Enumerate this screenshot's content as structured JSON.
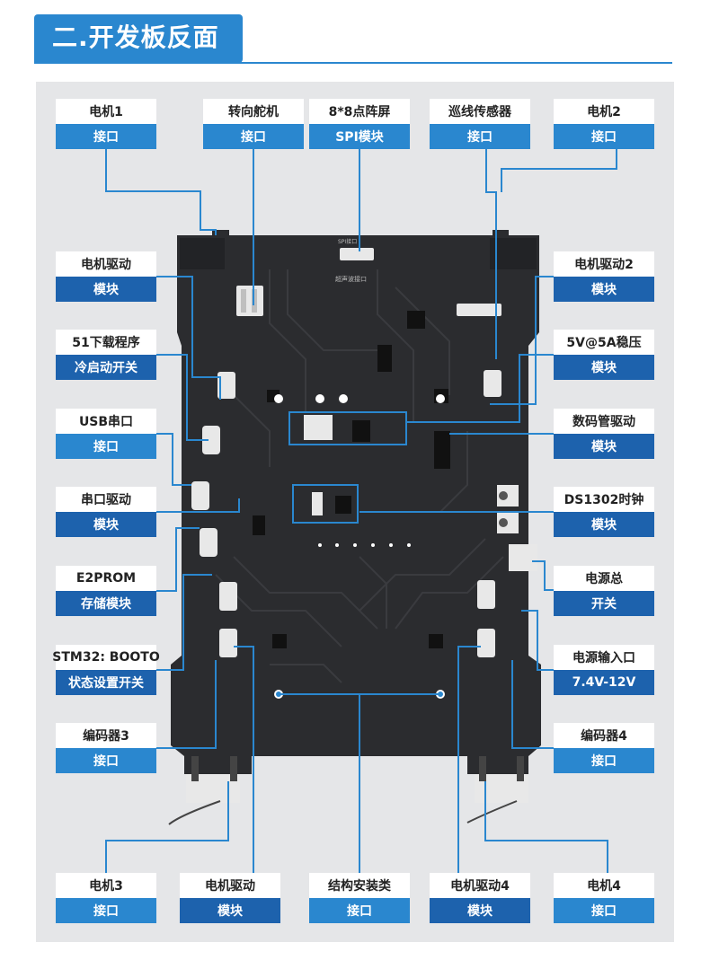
{
  "header": {
    "title": "二.开发板反面"
  },
  "board_labels": {
    "spi_port": "SPI接口",
    "ultrasonic_port": "超声波接口"
  },
  "labels": [
    {
      "id": "motor1",
      "top": "电机1",
      "bottom": "接口",
      "style": "light"
    },
    {
      "id": "servo",
      "top": "转向舵机",
      "bottom": "接口",
      "style": "light"
    },
    {
      "id": "matrix",
      "top": "8*8点阵屏",
      "bottom": "SPI模块",
      "style": "light"
    },
    {
      "id": "line-sensor",
      "top": "巡线传感器",
      "bottom": "接口",
      "style": "light"
    },
    {
      "id": "motor2",
      "top": "电机2",
      "bottom": "接口",
      "style": "light"
    },
    {
      "id": "motor-driver-1",
      "top": "电机驱动",
      "bottom": "模块",
      "style": "dark"
    },
    {
      "id": "motor-driver-2",
      "top": "电机驱动2",
      "bottom": "模块",
      "style": "dark"
    },
    {
      "id": "cold-start",
      "top": "51下载程序",
      "bottom": "冷启动开关",
      "style": "dark"
    },
    {
      "id": "regulator",
      "top": "5V@5A稳压",
      "bottom": "模块",
      "style": "dark"
    },
    {
      "id": "usb-serial",
      "top": "USB串口",
      "bottom": "接口",
      "style": "light"
    },
    {
      "id": "segment-driver",
      "top": "数码管驱动",
      "bottom": "模块",
      "style": "dark"
    },
    {
      "id": "serial-driver",
      "top": "串口驱动",
      "bottom": "模块",
      "style": "dark"
    },
    {
      "id": "ds1302",
      "top": "DS1302时钟",
      "bottom": "模块",
      "style": "dark"
    },
    {
      "id": "e2prom",
      "top": "E2PROM",
      "bottom": "存储模块",
      "style": "dark"
    },
    {
      "id": "power-switch",
      "top": "电源总",
      "bottom": "开关",
      "style": "dark"
    },
    {
      "id": "boot",
      "top": "STM32: BOOTO",
      "bottom": "状态设置开关",
      "style": "dark"
    },
    {
      "id": "power-input",
      "top": "电源输入口",
      "bottom": "7.4V-12V",
      "style": "dark"
    },
    {
      "id": "encoder3",
      "top": "编码器3",
      "bottom": "接口",
      "style": "light"
    },
    {
      "id": "encoder4",
      "top": "编码器4",
      "bottom": "接口",
      "style": "light"
    },
    {
      "id": "motor3",
      "top": "电机3",
      "bottom": "接口",
      "style": "light"
    },
    {
      "id": "motor-driver-3",
      "top": "电机驱动",
      "bottom": "模块",
      "style": "dark"
    },
    {
      "id": "mounting",
      "top": "结构安装类",
      "bottom": "接口",
      "style": "light"
    },
    {
      "id": "motor-driver-4",
      "top": "电机驱动4",
      "bottom": "模块",
      "style": "dark"
    },
    {
      "id": "motor4",
      "top": "电机4",
      "bottom": "接口",
      "style": "light"
    }
  ],
  "colors": {
    "accent": "#2a87cf",
    "accent_dark": "#1d62ad",
    "board": "#2b2c2f",
    "panel": "#e5e6e8"
  }
}
